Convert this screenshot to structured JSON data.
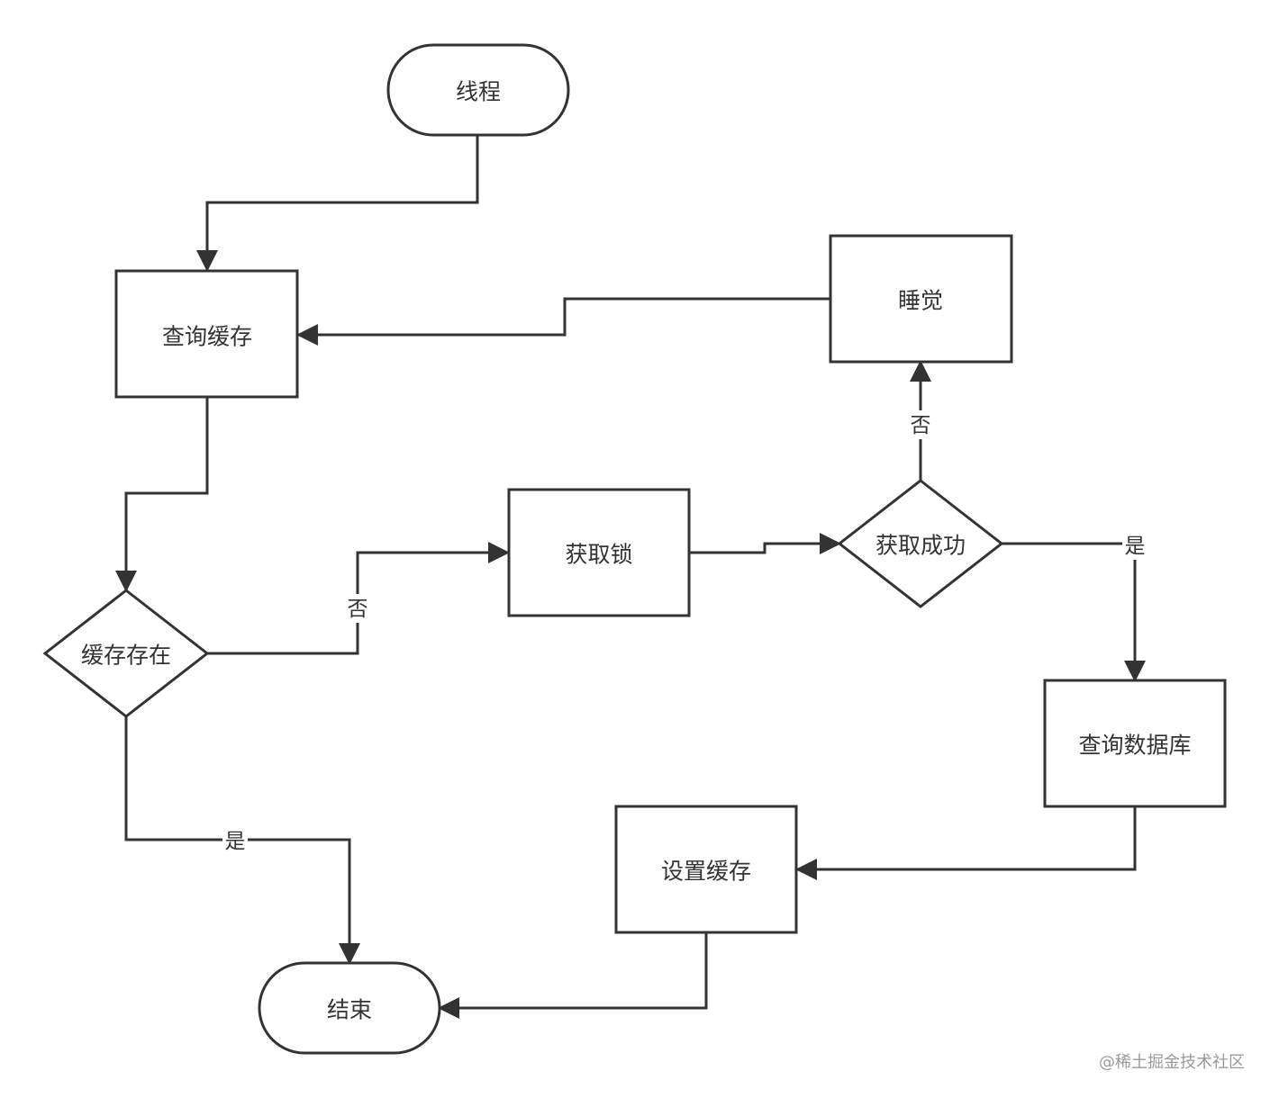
{
  "nodes": {
    "thread": "线程",
    "query_cache": "查询缓存",
    "cache_exists": "缓存存在",
    "acquire_lock": "获取锁",
    "acquire_success": "获取成功",
    "sleep": "睡觉",
    "query_db": "查询数据库",
    "set_cache": "设置缓存",
    "end": "结束"
  },
  "edges": {
    "cache_exists_no": "否",
    "cache_exists_yes": "是",
    "acquire_success_no": "否",
    "acquire_success_yes": "是"
  },
  "watermark": "@稀土掘金技术社区",
  "colors": {
    "stroke": "#333333",
    "background": "#ffffff",
    "watermark": "#9a9a9a"
  }
}
